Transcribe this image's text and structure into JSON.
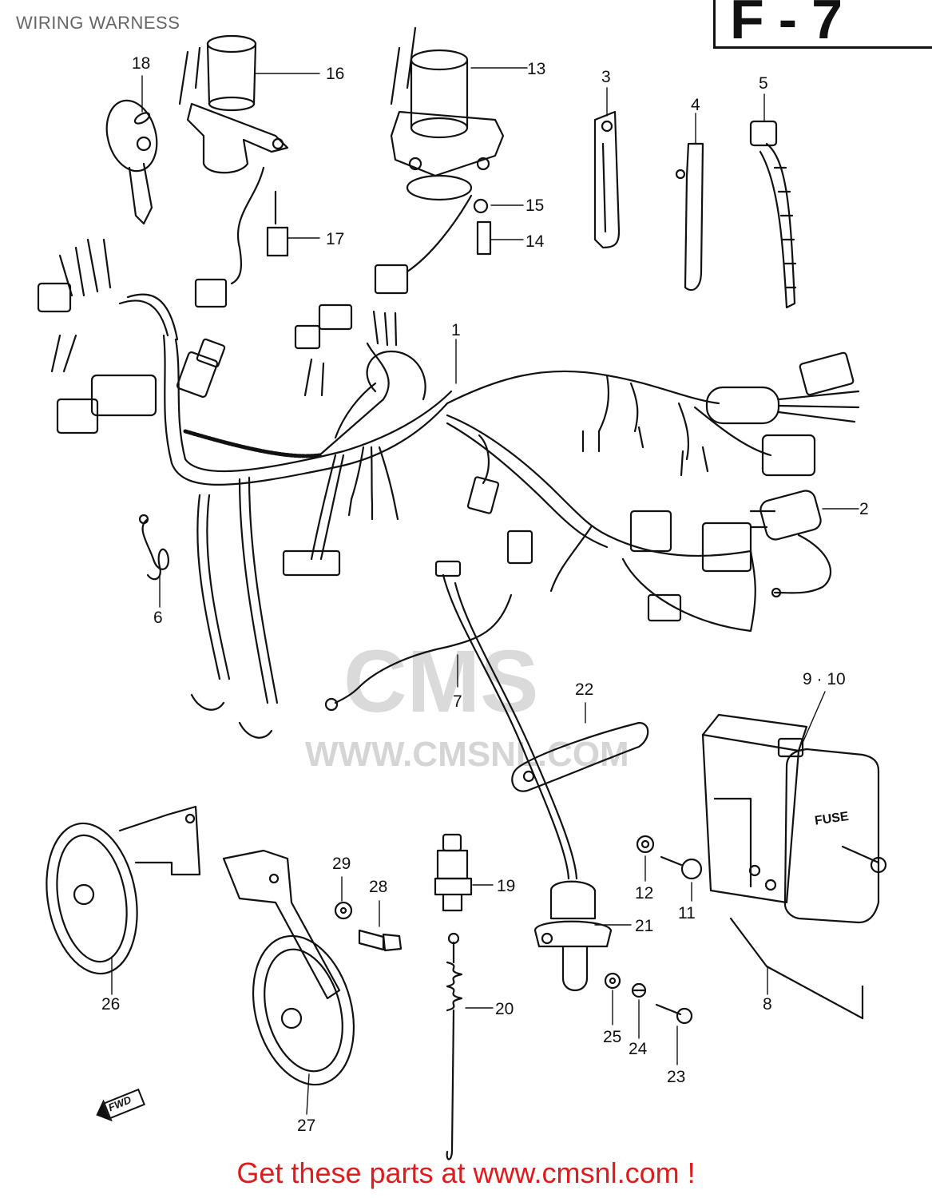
{
  "header": {
    "title": "WIRING WARNESS",
    "figure_code": "F-7"
  },
  "footer": {
    "cta_text": "Get these parts at www.cmsnl.com !"
  },
  "watermark": {
    "logo_text": "CMS",
    "url_text": "WWW.CMSNL.COM"
  },
  "direction_badge": "FWD",
  "part_labels": {
    "p1": "1",
    "p2": "2",
    "p3": "3",
    "p4": "4",
    "p5": "5",
    "p6": "6",
    "p7": "7",
    "p8": "8",
    "p9_10": "9 · 10",
    "p11": "11",
    "p12": "12",
    "p13": "13",
    "p14": "14",
    "p15": "15",
    "p16": "16",
    "p17": "17",
    "p18": "18",
    "p19": "19",
    "p20": "20",
    "p21": "21",
    "p22": "22",
    "p23": "23",
    "p24": "24",
    "p25": "25",
    "p26": "26",
    "p27": "27",
    "p28": "28",
    "p29": "29"
  },
  "fuse_box_label": "FUSE",
  "colors": {
    "ink": "#111111",
    "footer_red": "#e01b1b",
    "title_grey": "#666666"
  }
}
